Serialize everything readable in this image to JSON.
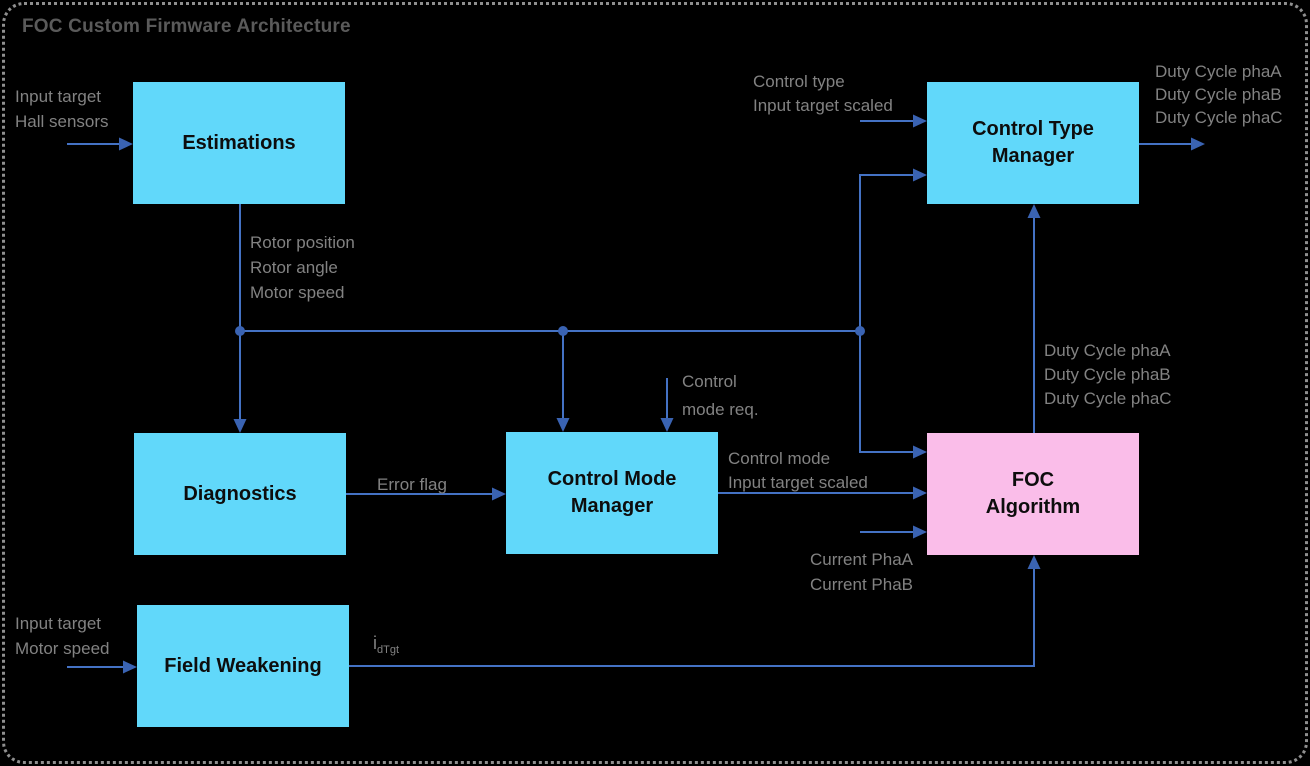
{
  "title": "FOC Custom Firmware Architecture",
  "colors": {
    "background": "#000000",
    "box_cyan": "#61D8FA",
    "box_pink": "#FABDE9",
    "line_blue": "#4472C4",
    "arrow_blue": "#3A63B2",
    "label_gray": "#828282",
    "title_gray": "#5A5A5A",
    "box_text": "#0D0D0D",
    "border_gray": "#8F8F8F"
  },
  "blocks": {
    "estimations": {
      "label": "Estimations"
    },
    "control_type_manager": {
      "line1": "Control Type",
      "line2": "Manager"
    },
    "diagnostics": {
      "label": "Diagnostics"
    },
    "control_mode_manager": {
      "line1": "Control Mode",
      "line2": "Manager"
    },
    "foc_algorithm": {
      "line1": "FOC",
      "line2": "Algorithm"
    },
    "field_weakening": {
      "label": "Field Weakening"
    }
  },
  "signals": {
    "estimations_in": [
      "Input target",
      "Hall sensors"
    ],
    "estimations_out": [
      "Rotor position",
      "Rotor angle",
      "Motor speed"
    ],
    "ctm_in": [
      "Control type",
      "Input target scaled"
    ],
    "ctm_out": [
      "Duty Cycle phaA",
      "Duty Cycle phaB",
      "Duty Cycle phaC"
    ],
    "error_flag": "Error flag",
    "cmm_req": [
      "Control",
      "mode req."
    ],
    "cmm_out": [
      "Control mode",
      "Input target scaled"
    ],
    "foc_current_in": [
      "Current PhaA",
      "Current PhaB"
    ],
    "foc_duty_out": [
      "Duty Cycle phaA",
      "Duty Cycle phaB",
      "Duty Cycle phaC"
    ],
    "fw_in": [
      "Input target",
      "Motor speed"
    ],
    "fw_out_base": "i",
    "fw_out_sub": "dTgt"
  }
}
